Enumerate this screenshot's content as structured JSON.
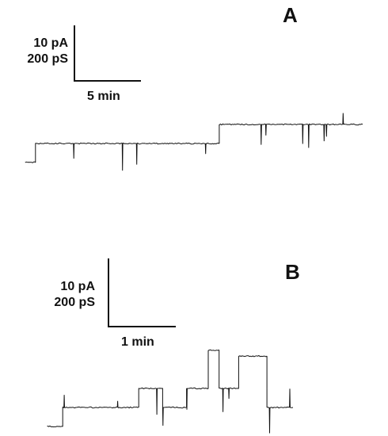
{
  "chart_data": [
    {
      "type": "line",
      "panel_label": "A",
      "scale_bar": {
        "current": "10 pA",
        "conductance": "200 pS",
        "time": "5 min"
      },
      "baseline_level": 0,
      "levels": [
        1,
        2
      ],
      "series": [
        {
          "x": [
            0,
            0.6,
            0.6,
            11.5,
            11.5,
            20
          ],
          "y": [
            0,
            0,
            1,
            1,
            2,
            2
          ]
        }
      ]
    },
    {
      "type": "line",
      "panel_label": "B",
      "scale_bar": {
        "current": "10 pA",
        "conductance": "200 pS",
        "time": "1 min"
      },
      "baseline_level": 0,
      "levels": [
        1,
        2,
        3,
        4
      ],
      "series": [
        {
          "x": [
            0,
            0.35,
            0.35,
            2.1,
            2.1,
            2.65,
            2.65,
            3.2,
            3.2,
            3.7,
            3.7,
            3.95,
            3.95,
            4.4,
            4.4,
            5.05,
            5.05,
            5.65
          ],
          "y": [
            0,
            0,
            1,
            1,
            2,
            2,
            1,
            1,
            2,
            2,
            4,
            4,
            2,
            2,
            3.7,
            3.7,
            1,
            1
          ]
        }
      ]
    }
  ]
}
